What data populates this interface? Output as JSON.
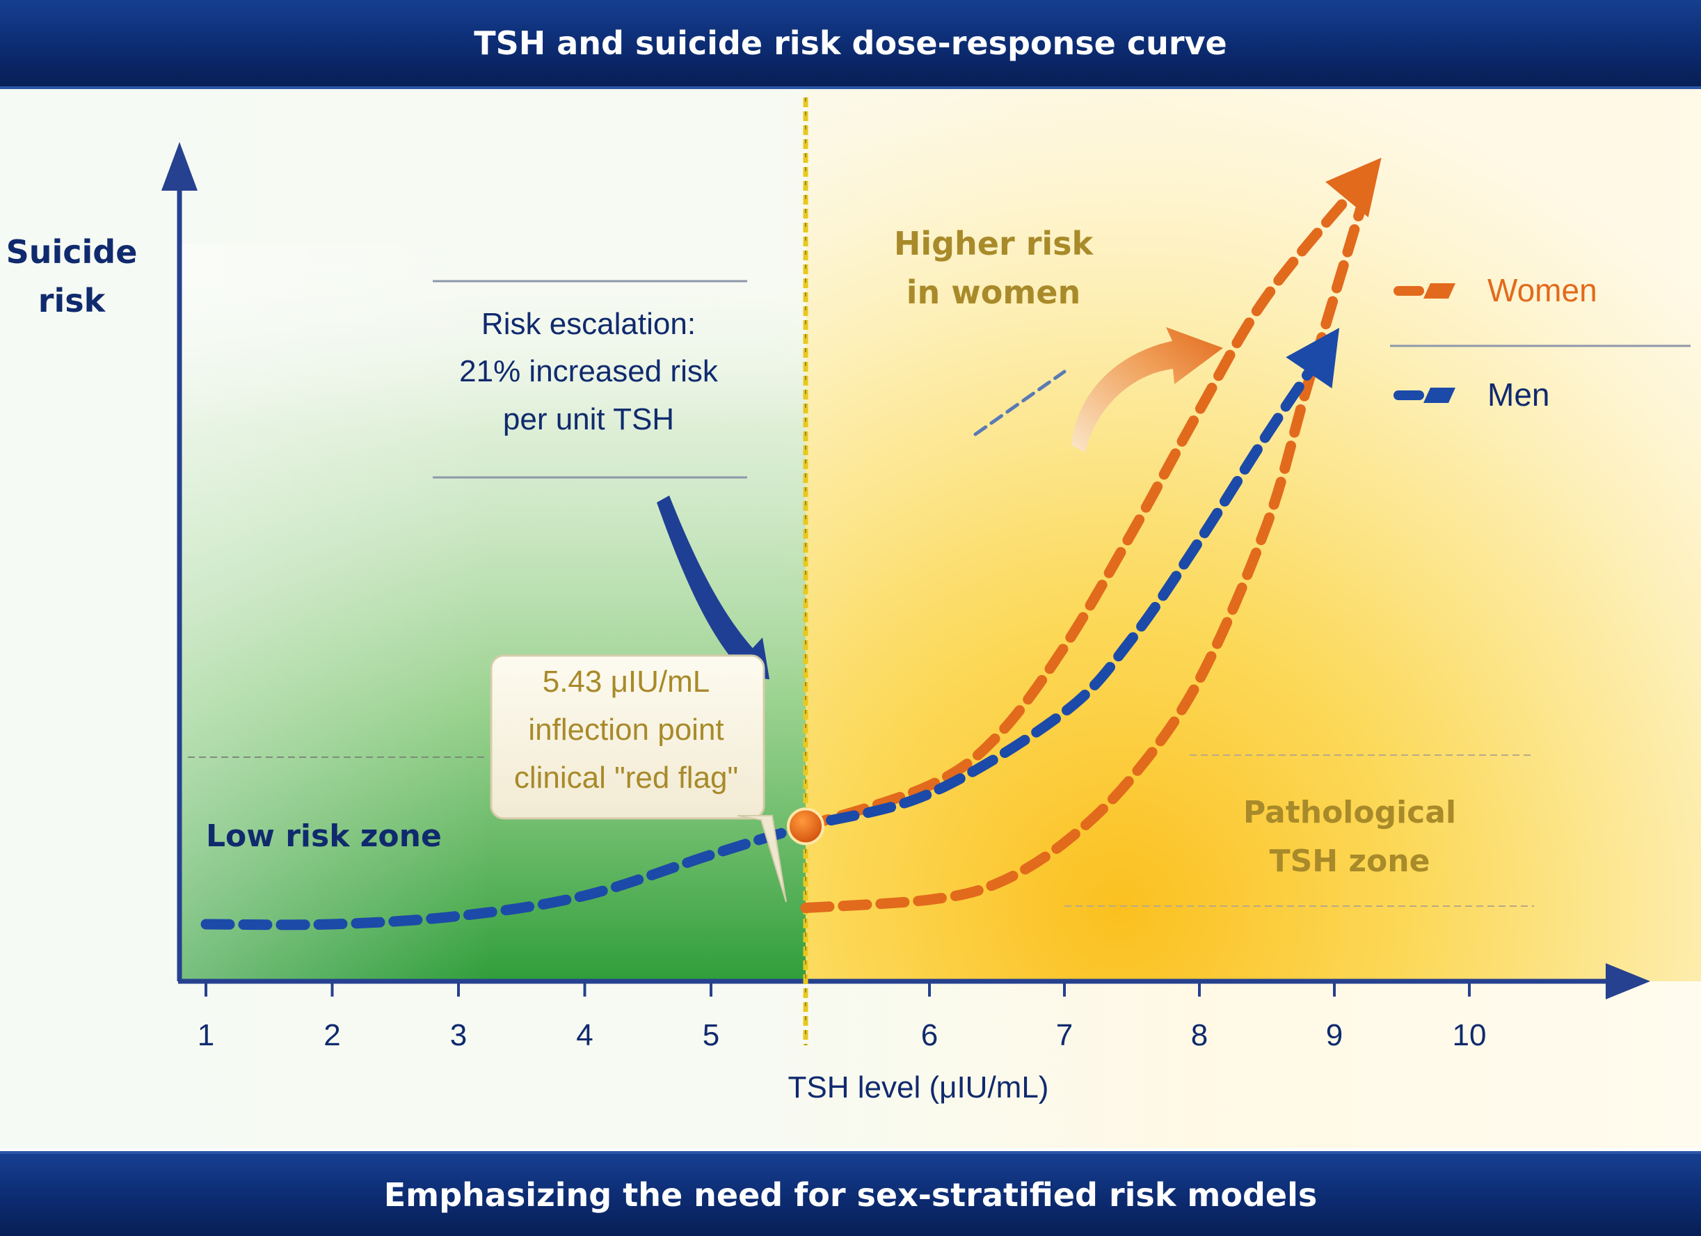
{
  "title": "TSH and suicide risk dose-response curve",
  "footer": "Emphasizing the need for sex-stratified risk models",
  "colors": {
    "banner": "#0c2b71",
    "men": "#1c4aa8",
    "women": "#e26a1c",
    "low_zone": "#3aa83e",
    "pathological_zone": "#fcc934",
    "axis": "#26418f",
    "threshold_line": "#e9c81e",
    "annotation_text": "#a88a2a",
    "label_navy": "#102a6e"
  },
  "chart_data": {
    "type": "line",
    "title": "TSH and suicide risk dose-response curve",
    "xlabel": "TSH level (μIU/mL)",
    "ylabel": [
      "Suicide",
      "risk"
    ],
    "x_ticks": [
      1,
      2,
      3,
      4,
      5,
      6,
      7,
      8,
      9,
      10
    ],
    "y_scale": "unlabeled relative risk (0 = baseline); values estimated from curve shape",
    "ylim": [
      0,
      100
    ],
    "threshold": {
      "x": 5.43,
      "label": "5.43 μIU/mL inflection point"
    },
    "series": [
      {
        "name": "Men",
        "color": "#1c4aa8",
        "style": "dashed-arrow",
        "points": [
          [
            1,
            7
          ],
          [
            2,
            7
          ],
          [
            3,
            8
          ],
          [
            4,
            10.5
          ],
          [
            5,
            15.5
          ],
          [
            5.43,
            19
          ],
          [
            6,
            23
          ],
          [
            7,
            33
          ],
          [
            7.5,
            42
          ],
          [
            8,
            54
          ],
          [
            8.5,
            67
          ],
          [
            8.95,
            78
          ]
        ]
      },
      {
        "name": "Women",
        "color": "#e26a1c",
        "style": "dashed-arrow",
        "points": [
          [
            5.43,
            19
          ],
          [
            6,
            24
          ],
          [
            6.5,
            30
          ],
          [
            7,
            41
          ],
          [
            7.5,
            55
          ],
          [
            8,
            70
          ],
          [
            8.5,
            84
          ],
          [
            9.25,
            99
          ]
        ]
      },
      {
        "name": "",
        "color": "#e26a1c",
        "style": "dashed",
        "points": [
          [
            5.43,
            9
          ],
          [
            6,
            10
          ],
          [
            6.5,
            12
          ],
          [
            7,
            17
          ],
          [
            7.5,
            25
          ],
          [
            8,
            37
          ],
          [
            8.5,
            56
          ],
          [
            8.8,
            73
          ],
          [
            9.2,
            95
          ]
        ]
      }
    ],
    "zones": [
      {
        "label": "Low risk zone",
        "x_range": [
          0.8,
          5.43
        ]
      },
      {
        "label": "Pathological TSH zone",
        "x_range": [
          5.43,
          10.5
        ]
      }
    ],
    "legend": {
      "position": "right",
      "entries": [
        {
          "label": "Women",
          "color": "#e26a1c"
        },
        {
          "label": "Men",
          "color": "#1c4aa8"
        }
      ]
    },
    "annotations": {
      "escalation": [
        "Risk escalation:",
        "21% increased risk",
        "per unit TSH"
      ],
      "inflection": [
        "5.43 μIU/mL",
        "inflection point",
        "clinical \"red flag\""
      ],
      "women": [
        "Higher risk",
        "in women"
      ],
      "low_zone": "Low risk zone",
      "pathological": [
        "Pathological",
        "TSH zone"
      ]
    }
  }
}
